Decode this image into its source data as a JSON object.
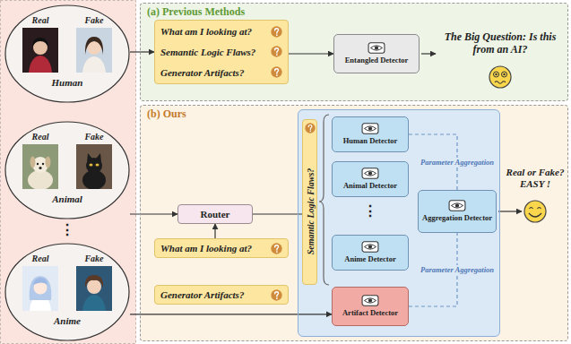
{
  "diagram": {
    "nodes": [
      {
        "text": [
          "Real",
          "Fake",
          "Human"
        ]
      },
      {
        "text": [
          "(a) Previous Methods"
        ]
      },
      {
        "text": [
          "What am I looking at?",
          "Semantic Logic Flaws?",
          "Generator Artifacts?"
        ],
        "in": 1
      },
      {
        "text": [
          "Entangled Detector"
        ],
        "in": 1
      },
      {
        "text": [
          "Real",
          "Fake",
          "Animal"
        ]
      },
      {
        "text": [
          "Real",
          "Fake",
          "Anime"
        ]
      },
      {
        "text": [
          "(b) Ours"
        ]
      },
      {
        "text": [
          "Router"
        ],
        "in": 6
      },
      {
        "text": [
          "What am I looking at?"
        ],
        "in": 6
      },
      {
        "text": [],
        "in": 6
      },
      {
        "text": [
          "Semantic Logic Flaws?"
        ],
        "in": 9
      },
      {
        "text": [
          "Human Detector"
        ],
        "in": 9
      },
      {
        "text": [
          "Animal Detector"
        ],
        "in": 9
      },
      {
        "text": [
          "Anime Detector"
        ],
        "in": 9
      },
      {
        "text": [
          "Aggregation Detector"
        ],
        "in": 9
      },
      {
        "text": [
          "Artifact Detector"
        ],
        "in": 9
      },
      {
        "text": [
          "Generator Artifacts?"
        ],
        "in": 6
      }
    ],
    "edges": [
      {
        "from": 0,
        "to": 2,
        "arrow": "to"
      },
      {
        "from": 2,
        "to": 3,
        "arrow": "to"
      },
      {
        "from": 4,
        "to": 7,
        "arrow": "to"
      },
      {
        "from": 8,
        "to": 7,
        "arrow": "to"
      },
      {
        "from": 7,
        "to": 10,
        "arrow": "none"
      },
      {
        "from": 5,
        "to": 15,
        "arrow": "to"
      },
      {
        "from": 11,
        "to": 14,
        "label": "Parameter Aggregation",
        "arrow": "none"
      },
      {
        "from": 15,
        "to": 14,
        "label": "Parameter Aggregation",
        "arrow": "none"
      }
    ],
    "labels": [
      "The Big Question: Is this from an AI?",
      "⋮",
      "⋮",
      "Real or Fake? EASY !"
    ]
  }
}
